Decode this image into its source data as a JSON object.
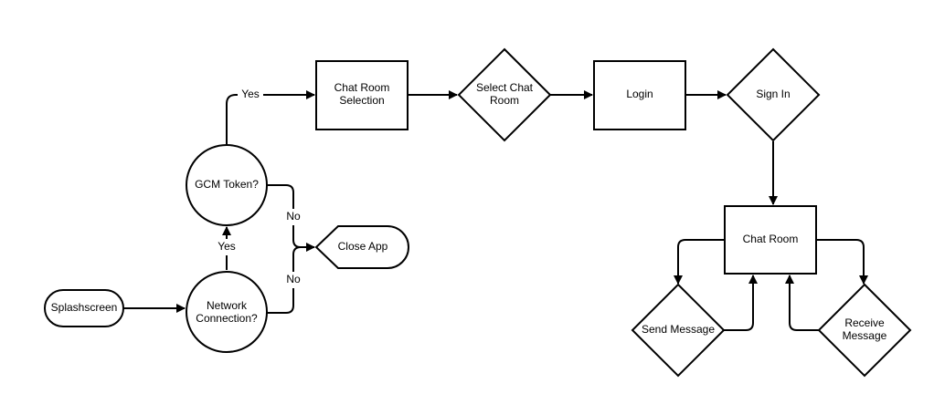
{
  "colors": {
    "stroke": "#000000",
    "fill": "#ffffff",
    "background": "#ffffff"
  },
  "nodes": {
    "splashscreen": {
      "label": "Splashscreen"
    },
    "network": {
      "label_line1": "Network",
      "label_line2": "Connection?"
    },
    "gcm": {
      "label": "GCM Token?"
    },
    "close_app": {
      "label": "Close App"
    },
    "chat_room_selection": {
      "label_line1": "Chat Room",
      "label_line2": "Selection"
    },
    "select_chat_room": {
      "label_line1": "Select Chat",
      "label_line2": "Room"
    },
    "login": {
      "label": "Login"
    },
    "sign_in": {
      "label": "Sign In"
    },
    "chat_room": {
      "label": "Chat Room"
    },
    "send_message": {
      "label": "Send Message"
    },
    "receive_message": {
      "label_line1": "Receive",
      "label_line2": "Message"
    }
  },
  "edges": {
    "network_gcm": {
      "label": "Yes"
    },
    "gcm_selection": {
      "label": "Yes"
    },
    "gcm_close": {
      "label": "No"
    },
    "network_close": {
      "label": "No"
    }
  }
}
